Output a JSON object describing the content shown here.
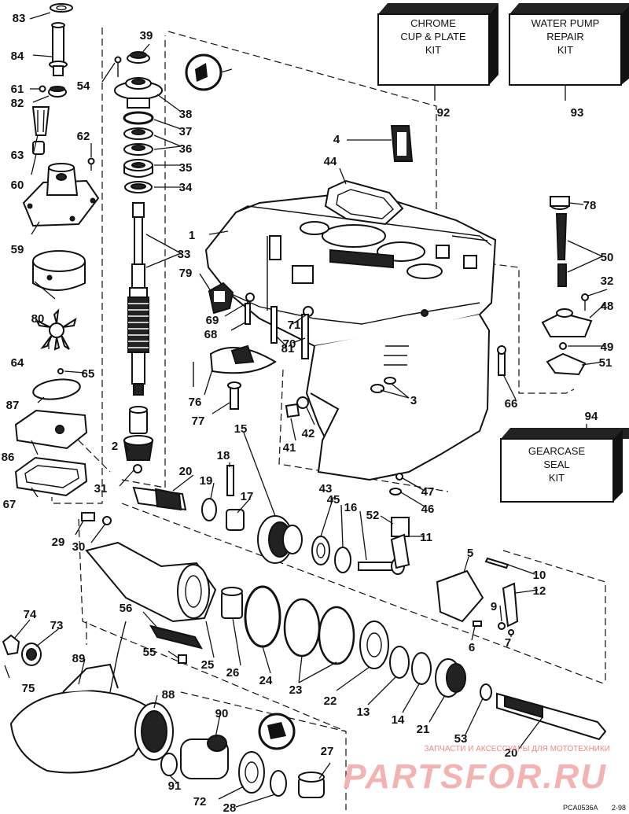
{
  "kits": [
    {
      "id": "92",
      "lines": [
        "CHROME",
        "CUP & PLATE",
        "KIT"
      ]
    },
    {
      "id": "93",
      "lines": [
        "WATER PUMP",
        "REPAIR",
        "KIT"
      ]
    },
    {
      "id": "94",
      "lines": [
        "GEARCASE",
        "SEAL",
        "KIT"
      ]
    }
  ],
  "labels": [
    "83",
    "84",
    "61",
    "82",
    "63",
    "60",
    "59",
    "62",
    "54",
    "39",
    "38",
    "37",
    "36",
    "35",
    "34",
    "33",
    "80",
    "64",
    "65",
    "87",
    "86",
    "67",
    "2",
    "31",
    "1",
    "4",
    "44",
    "79",
    "69",
    "68",
    "71",
    "70",
    "81",
    "76",
    "77",
    "3",
    "42",
    "41",
    "66",
    "78",
    "50",
    "32",
    "48",
    "49",
    "51",
    "15",
    "18",
    "19",
    "20",
    "17",
    "29",
    "30",
    "43",
    "45",
    "16",
    "52",
    "11",
    "47",
    "46",
    "5",
    "10",
    "12",
    "9",
    "7",
    "6",
    "74",
    "73",
    "75",
    "56",
    "55",
    "25",
    "26",
    "24",
    "23",
    "22",
    "13",
    "14",
    "21",
    "53",
    "89",
    "88",
    "90",
    "91",
    "72",
    "28",
    "27"
  ],
  "watermark": {
    "line1": "ЗАПЧАСТИ И АКСЕССУАРЫ ДЛЯ МОТОТЕХНИКИ",
    "line2": "PARTSFOR.RU"
  },
  "footer": {
    "code": "PCA0536A",
    "date": "2-98"
  }
}
